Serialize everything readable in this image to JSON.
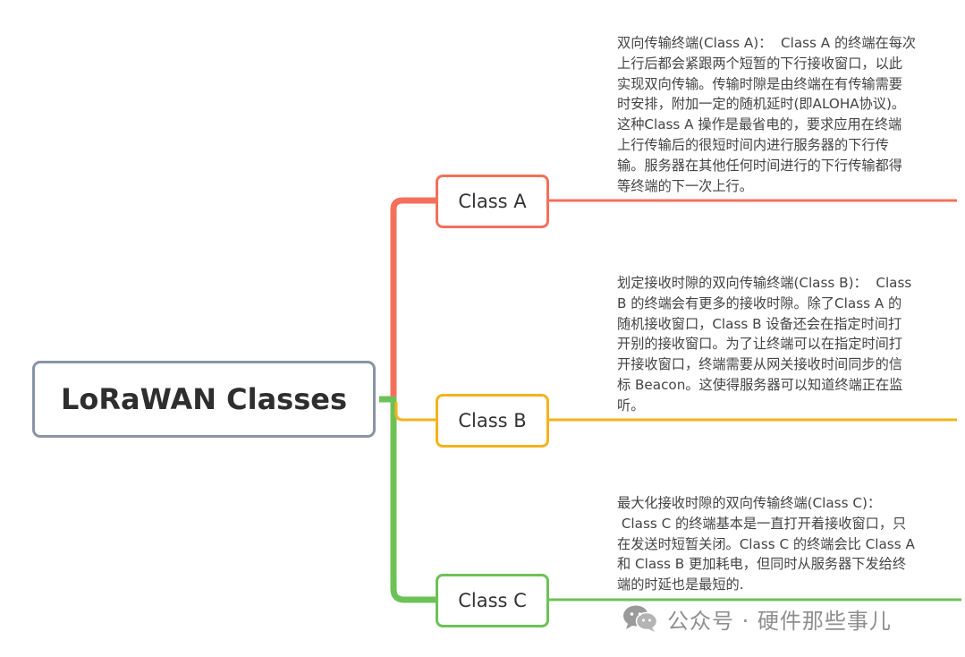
{
  "root": {
    "label": "LoRaWAN Classes"
  },
  "classes": [
    {
      "label": "Class A",
      "color": "#f4705c",
      "description": "双向传输终端(Class A)：  Class A 的终端在每次\n上行后都会紧跟两个短暂的下行接收窗口，以此\n实现双向传输。传输时隙是由终端在有传输需要\n时安排，附加一定的随机延时(即ALOHA协议)。\n这种Class A 操作是最省电的，要求应用在终端\n上行传输后的很短时间内进行服务器的下行传\n输。服务器在其他任何时间进行的下行传输都得\n等终端的下一次上行。"
    },
    {
      "label": "Class B",
      "color": "#f6b21b",
      "description": "划定接收时隙的双向传输终端(Class B)：  Class\nB 的终端会有更多的接收时隙。除了Class A 的\n随机接收窗口，Class B 设备还会在指定时间打\n开别的接收窗口。为了让终端可以在指定时间打\n开接收窗口，终端需要从网关接收时间同步的信\n标 Beacon。这使得服务器可以知道终端正在监\n听。"
    },
    {
      "label": "Class C",
      "color": "#6cc256",
      "description": "最大化接收时隙的双向传输终端(Class C)：\n Class C 的终端基本是一直打开着接收窗口，只\n在发送时短暂关闭。Class C 的终端会比 Class A\n和 Class B 更加耗电，但同时从服务器下发给终\n端的时延也是最短的."
    }
  ],
  "watermark": {
    "text": "公众号 · 硬件那些事儿",
    "icon": "wechat-icon"
  }
}
